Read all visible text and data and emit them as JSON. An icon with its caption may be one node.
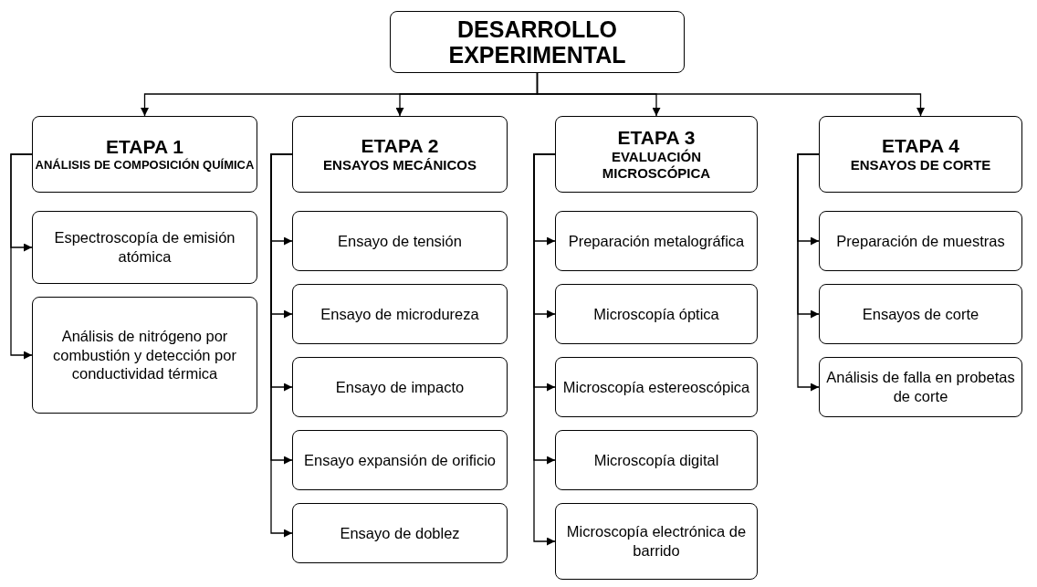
{
  "diagram": {
    "nodes": [
      {
        "text": [
          "DESARROLLO EXPERIMENTAL"
        ]
      },
      {
        "text": [
          "ETAPA 1",
          "ANÁLISIS DE COMPOSICIÓN QUÍMICA"
        ]
      },
      {
        "text": [
          "Espectroscopía de emisión atómica"
        ]
      },
      {
        "text": [
          "Análisis de nitrógeno por combustión y detección por conductividad térmica"
        ]
      },
      {
        "text": [
          "ETAPA 2",
          "ENSAYOS MECÁNICOS"
        ]
      },
      {
        "text": [
          "Ensayo de tensión"
        ]
      },
      {
        "text": [
          "Ensayo de microdureza"
        ]
      },
      {
        "text": [
          "Ensayo de impacto"
        ]
      },
      {
        "text": [
          "Ensayo expansión de orificio"
        ]
      },
      {
        "text": [
          "Ensayo de doblez"
        ]
      },
      {
        "text": [
          "ETAPA 3",
          "EVALUACIÓN MICROSCÓPICA"
        ]
      },
      {
        "text": [
          "Preparación metalográfica"
        ]
      },
      {
        "text": [
          "Microscopía óptica"
        ]
      },
      {
        "text": [
          "Microscopía estereoscópica"
        ]
      },
      {
        "text": [
          "Microscopía digital"
        ]
      },
      {
        "text": [
          "Microscopía electrónica de barrido"
        ]
      },
      {
        "text": [
          "ETAPA 4",
          "ENSAYOS DE CORTE"
        ]
      },
      {
        "text": [
          "Preparación de muestras"
        ]
      },
      {
        "text": [
          "Ensayos de corte"
        ]
      },
      {
        "text": [
          "Análisis de falla en probetas de corte"
        ]
      }
    ],
    "edges": [
      {
        "from": 0,
        "to": 1,
        "arrow": "to"
      },
      {
        "from": 0,
        "to": 4,
        "arrow": "to"
      },
      {
        "from": 0,
        "to": 10,
        "arrow": "to"
      },
      {
        "from": 0,
        "to": 16,
        "arrow": "to"
      },
      {
        "from": 1,
        "to": 2,
        "arrow": "to"
      },
      {
        "from": 1,
        "to": 3,
        "arrow": "to"
      },
      {
        "from": 4,
        "to": 5,
        "arrow": "to"
      },
      {
        "from": 4,
        "to": 6,
        "arrow": "to"
      },
      {
        "from": 4,
        "to": 7,
        "arrow": "to"
      },
      {
        "from": 4,
        "to": 8,
        "arrow": "to"
      },
      {
        "from": 4,
        "to": 9,
        "arrow": "to"
      },
      {
        "from": 10,
        "to": 11,
        "arrow": "to"
      },
      {
        "from": 10,
        "to": 12,
        "arrow": "to"
      },
      {
        "from": 10,
        "to": 13,
        "arrow": "to"
      },
      {
        "from": 10,
        "to": 14,
        "arrow": "to"
      },
      {
        "from": 10,
        "to": 15,
        "arrow": "to"
      },
      {
        "from": 16,
        "to": 17,
        "arrow": "to"
      },
      {
        "from": 16,
        "to": 18,
        "arrow": "to"
      },
      {
        "from": 16,
        "to": 19,
        "arrow": "to"
      }
    ]
  }
}
